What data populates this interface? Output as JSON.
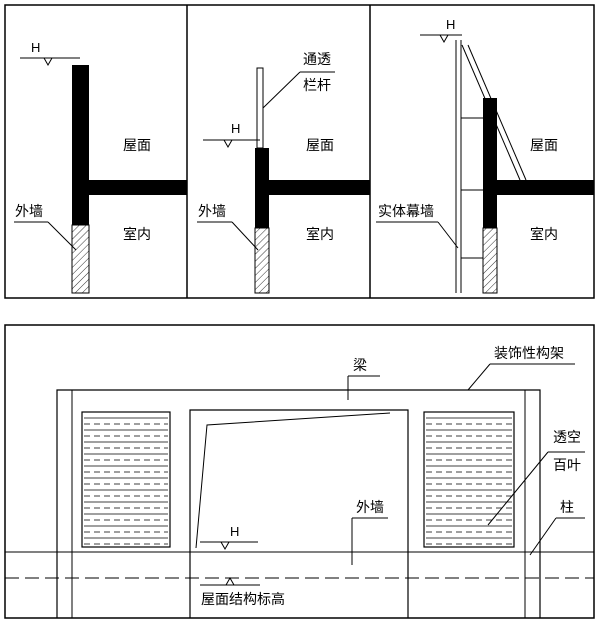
{
  "top_panels": [
    {
      "h_marker": "H",
      "labels": {
        "roof": "屋面",
        "outer_wall": "外墙",
        "indoor": "室内"
      }
    },
    {
      "h_marker": "H",
      "labels": {
        "railing": "通透栏杆",
        "railing_line1": "通透",
        "railing_line2": "栏杆",
        "roof": "屋面",
        "outer_wall": "外墙",
        "indoor": "室内"
      }
    },
    {
      "h_marker": "H",
      "labels": {
        "curtain_wall": "实体幕墙",
        "roof": "屋面",
        "indoor": "室内"
      }
    }
  ],
  "bottom_panel": {
    "labels": {
      "beam": "梁",
      "decorative_frame": "装饰性构架",
      "louver": "透空百叶",
      "louver_line1": "透空",
      "louver_line2": "百叶",
      "outer_wall": "外墙",
      "column": "柱",
      "h_marker": "H",
      "roof_structure_elevation": "屋面结构标高"
    }
  }
}
